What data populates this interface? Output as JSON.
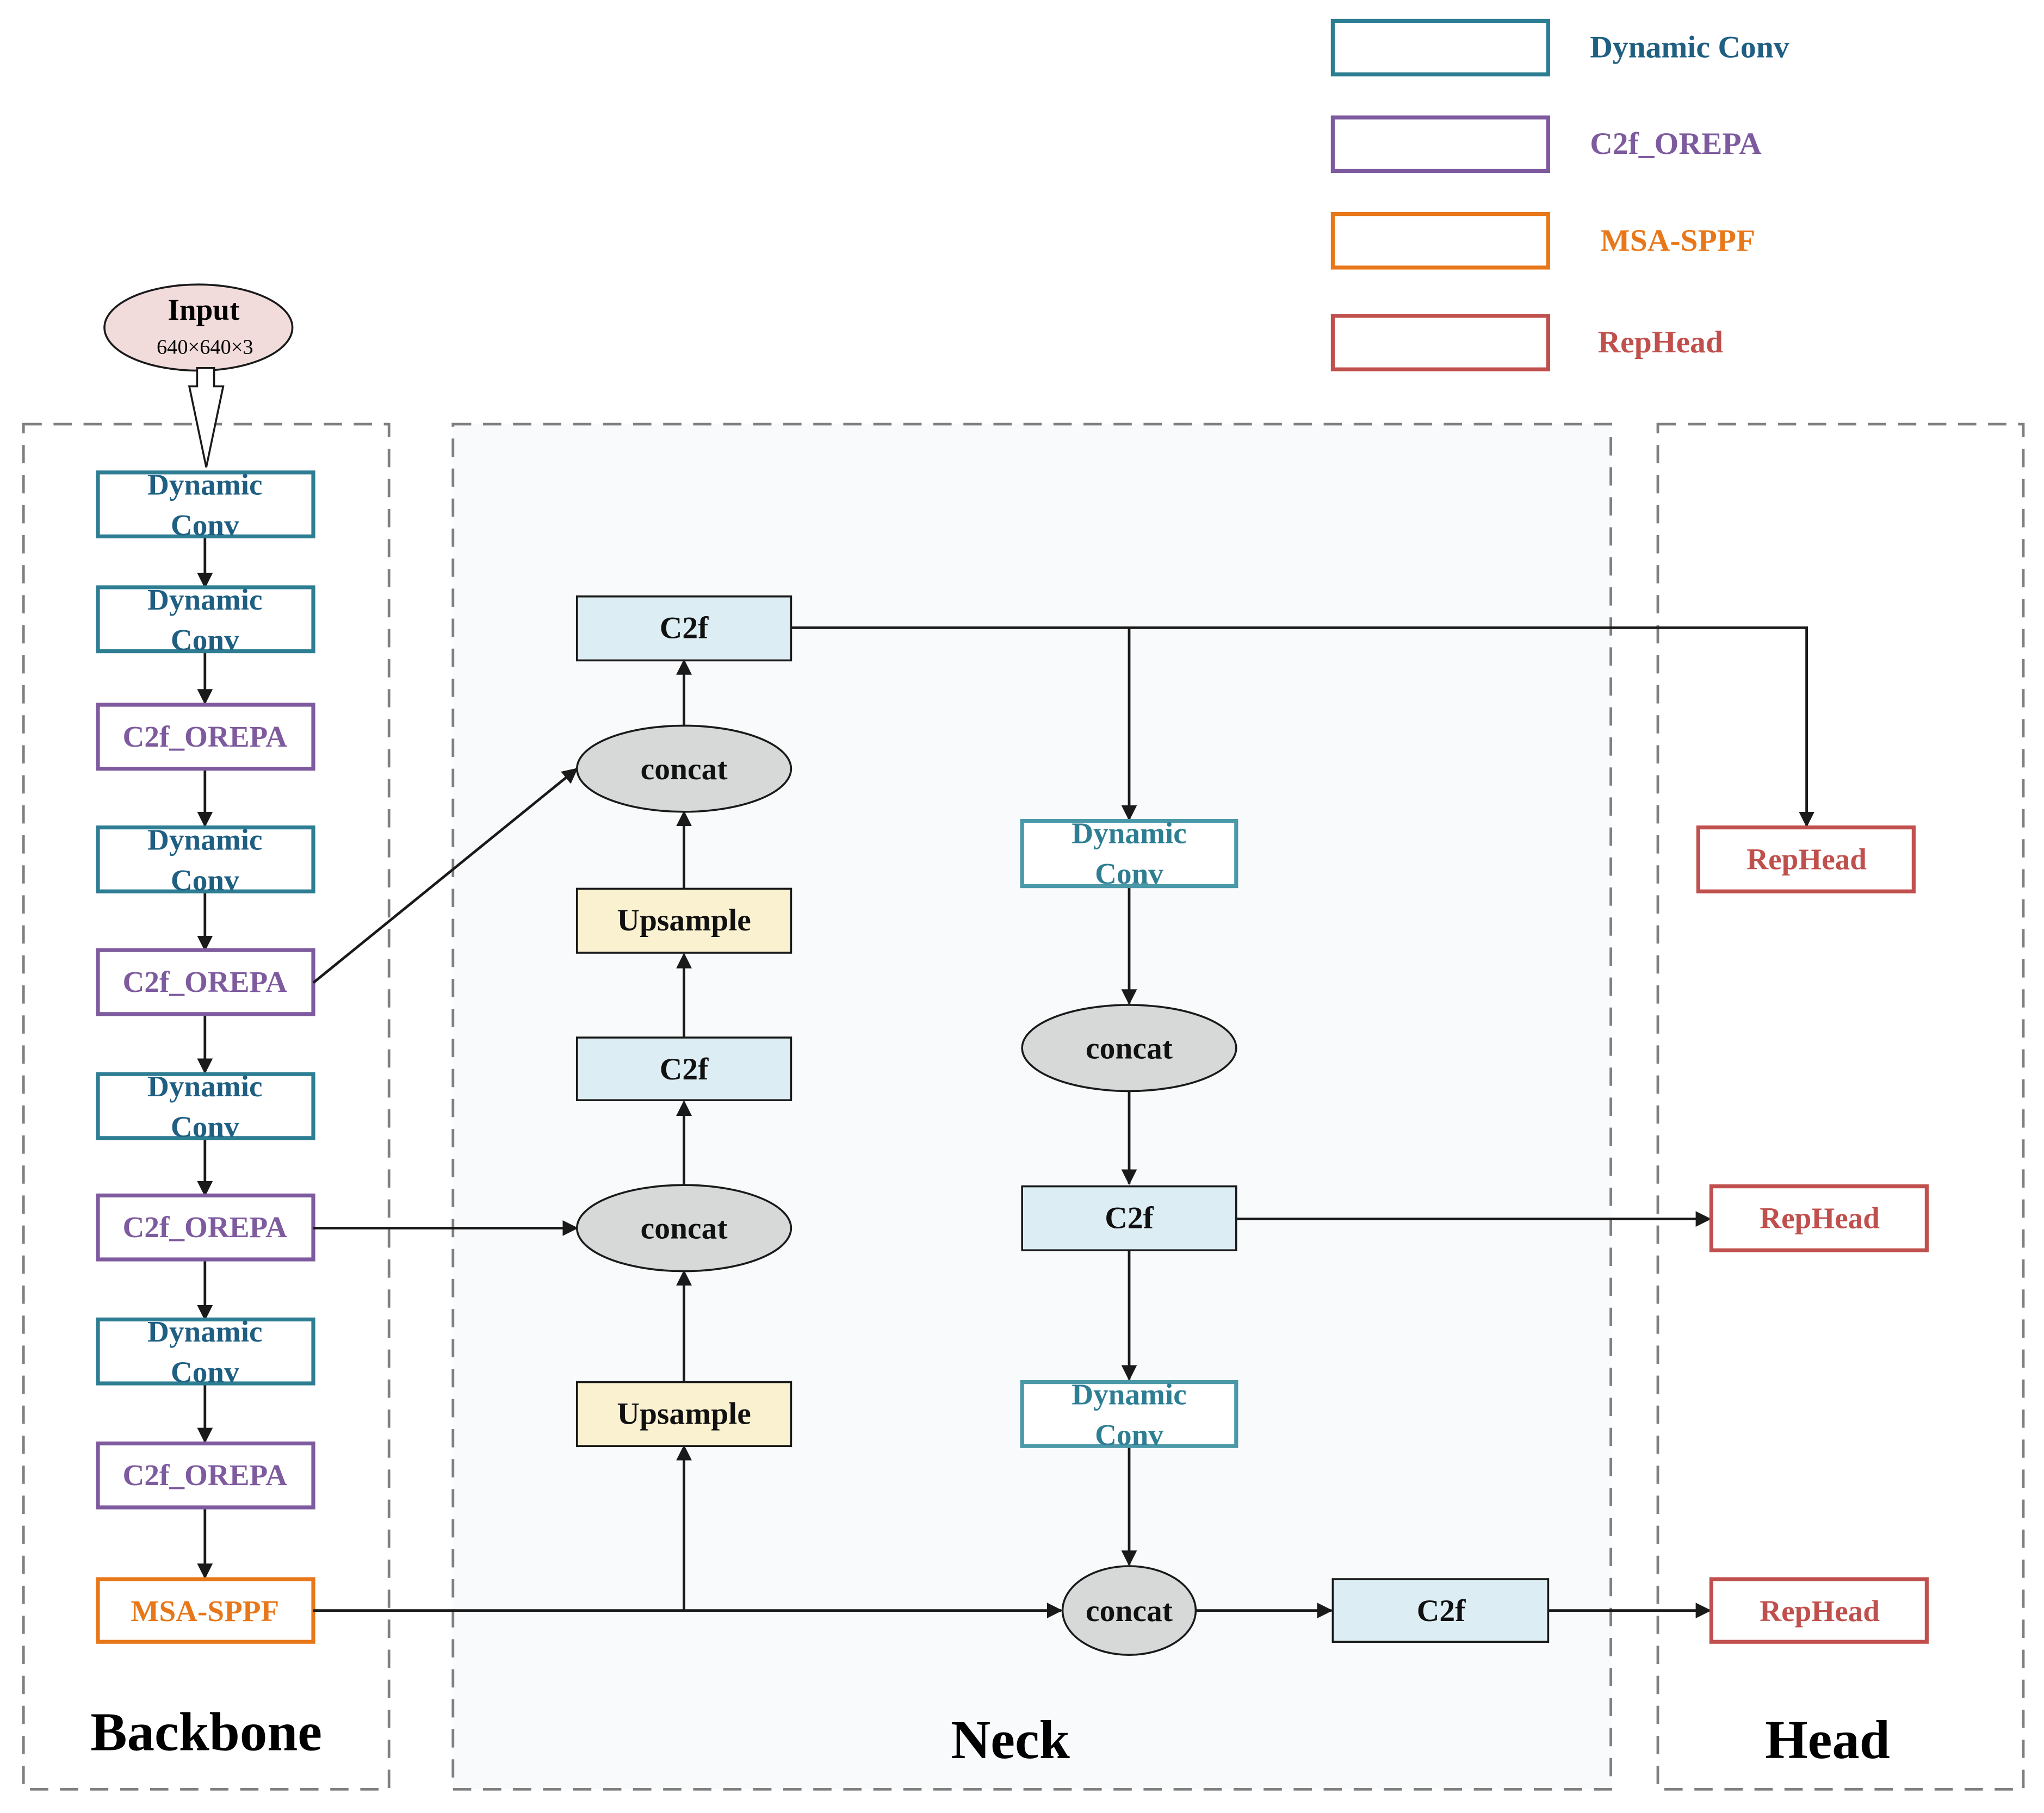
{
  "colors": {
    "dynamic_conv": "#2E7E93",
    "dynamic_conv_text": "#1F5F82",
    "c2f_orepa": "#7E5B9E",
    "msa_sppf": "#E8771A",
    "rephead": "#C0504D",
    "c2f_fill": "#DCEEF3",
    "upsample_fill": "#FAF1D1",
    "concat_fill": "#D7D9D9",
    "input_fill": "#F2DCDB",
    "neck_fill": "#F9FAFC",
    "dashed_border": "#808080"
  },
  "legend": {
    "dynamic_conv": "Dynamic Conv",
    "c2f_orepa": "C2f_OREPA",
    "msa_sppf": "MSA-SPPF",
    "rephead": "RepHead"
  },
  "input": {
    "title": "Input",
    "size": "640×640×3"
  },
  "sections": {
    "backbone": "Backbone",
    "neck": "Neck",
    "head": "Head"
  },
  "backbone": {
    "b1": [
      "Dynamic",
      "Conv"
    ],
    "b2": [
      "Dynamic",
      "Conv"
    ],
    "b3": "C2f_OREPA",
    "b4": [
      "Dynamic",
      "Conv"
    ],
    "b5": "C2f_OREPA",
    "b6": [
      "Dynamic",
      "Conv"
    ],
    "b7": "C2f_OREPA",
    "b8": [
      "Dynamic",
      "Conv"
    ],
    "b9": "C2f_OREPA",
    "b10": "MSA-SPPF"
  },
  "neck": {
    "c2f_top": "C2f",
    "concat_top": "concat",
    "upsample_top": "Upsample",
    "c2f_mid": "C2f",
    "concat_mid": "concat",
    "upsample_bottom": "Upsample",
    "dconv_right_top": [
      "Dynamic",
      "Conv"
    ],
    "concat_right_mid": "concat",
    "c2f_right_mid": "C2f",
    "dconv_right_bottom": [
      "Dynamic",
      "Conv"
    ],
    "concat_bottom": "concat",
    "c2f_bottom": "C2f"
  },
  "head": {
    "h1": "RepHead",
    "h2": "RepHead",
    "h3": "RepHead"
  }
}
